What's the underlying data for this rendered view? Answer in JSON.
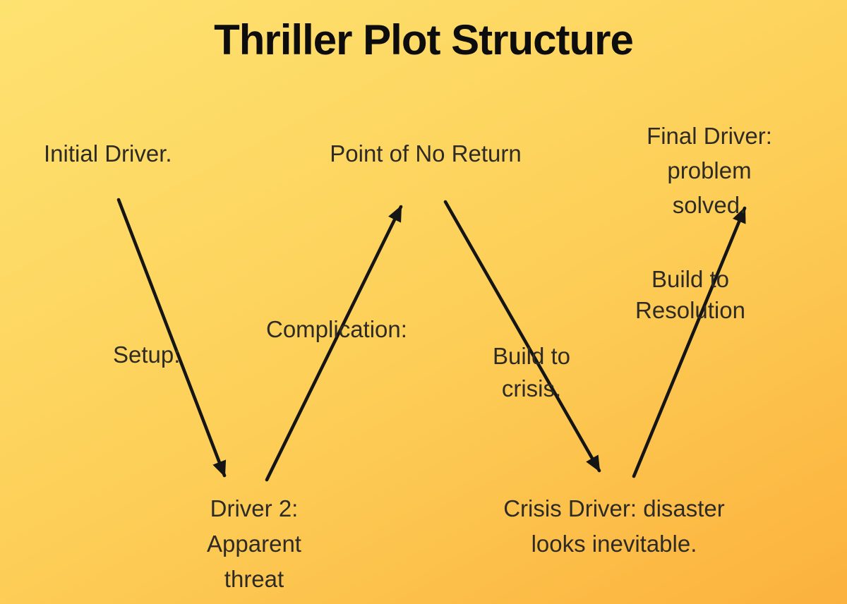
{
  "title": "Thriller Plot Structure",
  "colors": {
    "background_top": "#FEE271",
    "background_bottom": "#FBB13D",
    "text": "#2E2B27",
    "title_text": "#0D0D0D",
    "arrow": "#151515"
  },
  "diagram": {
    "nodes": [
      {
        "id": "initial-driver",
        "label": "Initial Driver."
      },
      {
        "id": "point-of-no-return",
        "label": "Point of No Return"
      },
      {
        "id": "final-driver",
        "label": "Final Driver:\nproblem solved."
      },
      {
        "id": "driver-2",
        "label": "Driver 2:\nApparent\nthreat"
      },
      {
        "id": "crisis-driver",
        "label": "Crisis Driver: disaster\nlooks inevitable."
      }
    ],
    "edge_labels": [
      {
        "id": "setup",
        "label": "Setup:"
      },
      {
        "id": "complication",
        "label": "Complication:"
      },
      {
        "id": "build-to-crisis",
        "label": "Build to\ncrisis."
      },
      {
        "id": "build-to-resolution",
        "label": "Build to\nResolution"
      }
    ],
    "arrows": [
      {
        "from": "initial-driver",
        "to": "driver-2",
        "label": "Setup:"
      },
      {
        "from": "driver-2",
        "to": "point-of-no-return",
        "label": "Complication:"
      },
      {
        "from": "point-of-no-return",
        "to": "crisis-driver",
        "label": "Build to crisis."
      },
      {
        "from": "crisis-driver",
        "to": "final-driver",
        "label": "Build to Resolution"
      }
    ]
  }
}
